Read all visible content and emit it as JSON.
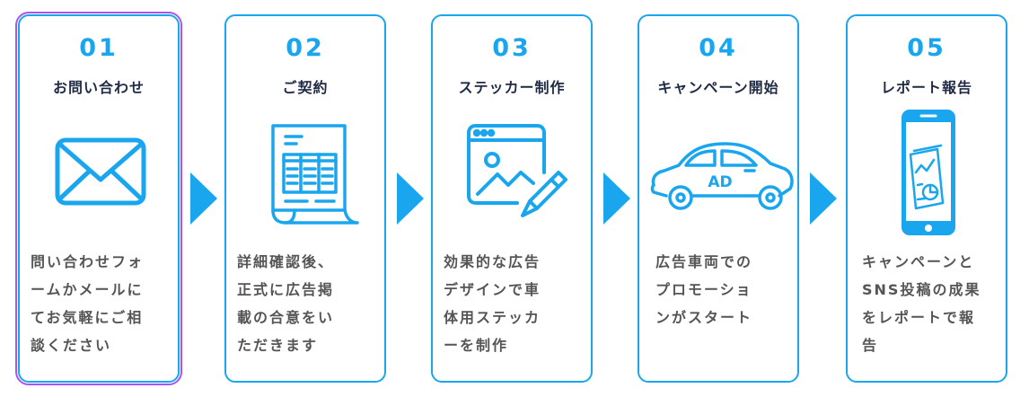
{
  "accent": "#1aa6ee",
  "steps": [
    {
      "num": "01",
      "title": "お問い合わせ",
      "icon": "envelope-icon",
      "lines": [
        "問い合わせフォ",
        "ームかメールに",
        "てお気軽にご相",
        "談ください"
      ]
    },
    {
      "num": "02",
      "title": "ご契約",
      "icon": "contract-document-icon",
      "lines": [
        "詳細確認後、",
        "正式に広告掲",
        "載の合意をい",
        "ただきます"
      ]
    },
    {
      "num": "03",
      "title": "ステッカー制作",
      "icon": "design-pencil-icon",
      "lines": [
        "効果的な広告",
        "デザインで車",
        "体用ステッカ",
        "ーを制作"
      ]
    },
    {
      "num": "04",
      "title": "キャンペーン開始",
      "icon": "ad-car-icon",
      "ad_label": "AD",
      "lines": [
        "広告車両での",
        "プロモーショ",
        "ンがスタート"
      ]
    },
    {
      "num": "05",
      "title": "レポート報告",
      "icon": "smartphone-report-icon",
      "lines": [
        "キャンペーンと",
        "SNS投稿の成果",
        "をレポートで報",
        "告"
      ]
    }
  ]
}
